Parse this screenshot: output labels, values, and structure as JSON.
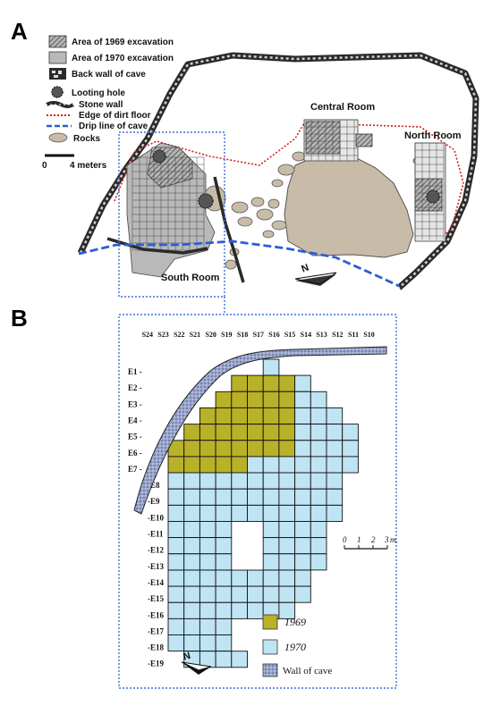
{
  "panel_a": {
    "label": "A",
    "legend": [
      {
        "key": "hatch",
        "text": "Area of 1969 excavation"
      },
      {
        "key": "gray",
        "text": "Area of 1970 excavation"
      },
      {
        "key": "backwall",
        "text": "Back wall of cave"
      },
      {
        "key": "loot",
        "text": "Looting hole"
      },
      {
        "key": "stone",
        "text": "Stone wall"
      },
      {
        "key": "dirt",
        "text": "Edge of dirt floor"
      },
      {
        "key": "drip",
        "text": "Drip line of cave"
      },
      {
        "key": "rocks",
        "text": "Rocks"
      }
    ],
    "scale": {
      "start": "0",
      "end": "4 meters"
    },
    "rooms": {
      "central": "Central Room",
      "north": "North Room",
      "south": "South Room"
    },
    "north_label": "N"
  },
  "panel_b": {
    "label": "B",
    "columns": [
      "S24",
      "S23",
      "S22",
      "S21",
      "S20",
      "S19",
      "S18",
      "S17",
      "S16",
      "S15",
      "S14",
      "S13",
      "S12",
      "S11",
      "S10"
    ],
    "rows": [
      "E1 -",
      "E2 -",
      "E3 -",
      "E4 -",
      "E5 -",
      "E6 -",
      "E7 -",
      "-E8",
      "-E9",
      "-E10",
      "-E11",
      "-E12",
      "-E13",
      "-E14",
      "-E15",
      "-E16",
      "-E17",
      "-E18",
      "-E19"
    ],
    "scale": {
      "ticks": [
        "0",
        "1",
        "2",
        "3"
      ],
      "unit": "m."
    },
    "legend": [
      {
        "key": "y1969",
        "text": "1969"
      },
      {
        "key": "y1970",
        "text": "1970"
      },
      {
        "key": "wall",
        "text": "Wall of cave"
      }
    ],
    "north_label": "N",
    "colors": {
      "y1969": "#b9b128",
      "y1970": "#bfe4f4",
      "wall": "#8e9bc4",
      "drip": "#2b5fd6",
      "dirt": "#d42020",
      "rock": "#c8bca8",
      "gray": "#b9b9b9"
    }
  }
}
